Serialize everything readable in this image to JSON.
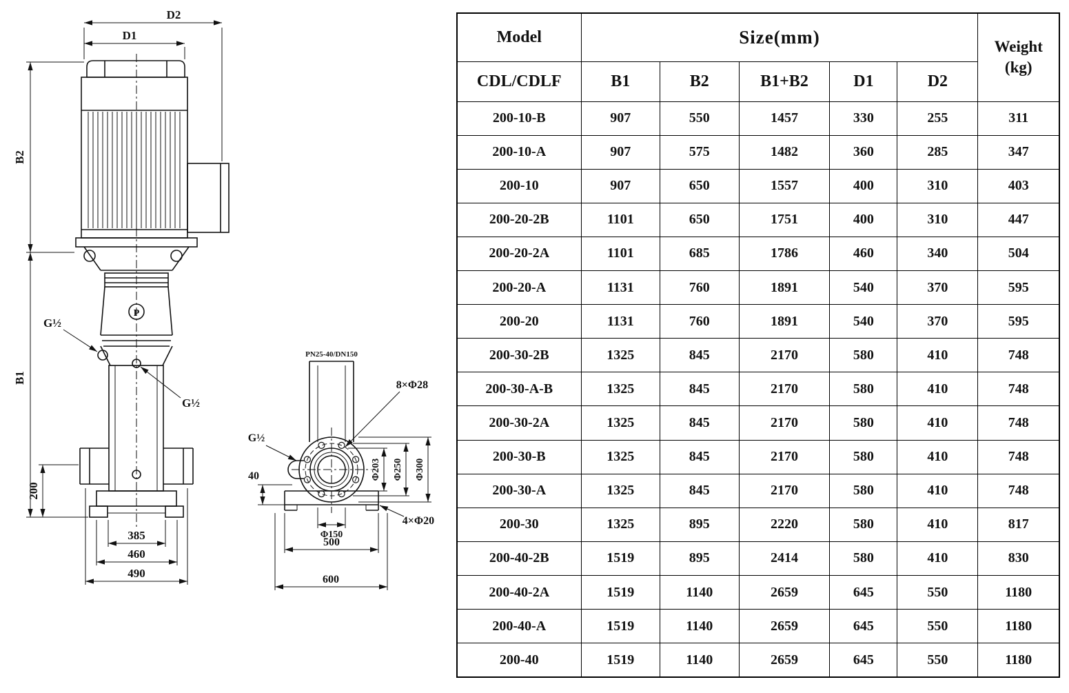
{
  "drawing": {
    "front_view": {
      "dim_d2": "D2",
      "dim_d1": "D1",
      "dim_b2": "B2",
      "dim_b1": "B1",
      "port_upper": "G½",
      "port_mid": "G½",
      "dim_200": "200",
      "dim_385": "385",
      "dim_460": "460",
      "dim_490": "490",
      "logo": "P"
    },
    "flange_view": {
      "connection": "PN25-40/DN150",
      "bolt_holes_flange": "8×Φ28",
      "port": "G½",
      "dim_40": "40",
      "dia_203": "Φ203",
      "dia_250": "Φ250",
      "dia_300": "Φ300",
      "dia_150": "Φ150",
      "bolt_holes_base": "4×Φ20",
      "dim_500": "500",
      "dim_600": "600"
    }
  },
  "table": {
    "header": {
      "model": "Model",
      "model_sub": "CDL/CDLF",
      "size": "Size(mm)",
      "size_cols": [
        "B1",
        "B2",
        "B1+B2",
        "D1",
        "D2"
      ],
      "weight": "Weight",
      "weight_unit": "(kg)"
    },
    "rows": [
      [
        "200-10-B",
        "907",
        "550",
        "1457",
        "330",
        "255",
        "311"
      ],
      [
        "200-10-A",
        "907",
        "575",
        "1482",
        "360",
        "285",
        "347"
      ],
      [
        "200-10",
        "907",
        "650",
        "1557",
        "400",
        "310",
        "403"
      ],
      [
        "200-20-2B",
        "1101",
        "650",
        "1751",
        "400",
        "310",
        "447"
      ],
      [
        "200-20-2A",
        "1101",
        "685",
        "1786",
        "460",
        "340",
        "504"
      ],
      [
        "200-20-A",
        "1131",
        "760",
        "1891",
        "540",
        "370",
        "595"
      ],
      [
        "200-20",
        "1131",
        "760",
        "1891",
        "540",
        "370",
        "595"
      ],
      [
        "200-30-2B",
        "1325",
        "845",
        "2170",
        "580",
        "410",
        "748"
      ],
      [
        "200-30-A-B",
        "1325",
        "845",
        "2170",
        "580",
        "410",
        "748"
      ],
      [
        "200-30-2A",
        "1325",
        "845",
        "2170",
        "580",
        "410",
        "748"
      ],
      [
        "200-30-B",
        "1325",
        "845",
        "2170",
        "580",
        "410",
        "748"
      ],
      [
        "200-30-A",
        "1325",
        "845",
        "2170",
        "580",
        "410",
        "748"
      ],
      [
        "200-30",
        "1325",
        "895",
        "2220",
        "580",
        "410",
        "817"
      ],
      [
        "200-40-2B",
        "1519",
        "895",
        "2414",
        "580",
        "410",
        "830"
      ],
      [
        "200-40-2A",
        "1519",
        "1140",
        "2659",
        "645",
        "550",
        "1180"
      ],
      [
        "200-40-A",
        "1519",
        "1140",
        "2659",
        "645",
        "550",
        "1180"
      ],
      [
        "200-40",
        "1519",
        "1140",
        "2659",
        "645",
        "550",
        "1180"
      ]
    ]
  }
}
